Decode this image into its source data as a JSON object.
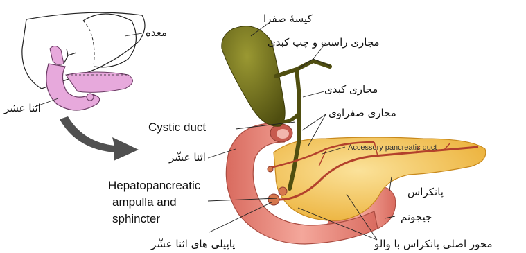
{
  "labels": {
    "stomach": "معده",
    "duodenum_inset": "اثنا عشر",
    "gallbladder": "کیسهٔ صفرا",
    "hepatic_ducts_lr": "مجاری راست و چپ کبدی",
    "hepatic_ducts": "مجاری کبدی",
    "bile_ducts": "مجاری صفراوی",
    "cystic_duct": "Cystic duct",
    "duodenum": "اثنا عشّر",
    "accessory_duct": "Accessory pancreatic duct",
    "pancreas": "پانکراس",
    "hepatopancreatic": [
      "Hepatopancreatic",
      "ampulla and",
      "sphincter"
    ],
    "jejunum": "جیجونم",
    "papillae": "پاپیلی های اثنا عشّر",
    "main_duct": "محور اصلی پانکراس با والو"
  },
  "colors": {
    "gallbladder": "#6b6a1c",
    "pancreas": "#f2c14e",
    "duodenum": "#e98c80",
    "duct": "#b3412c",
    "inset_pink": "#e7a9dc",
    "arrow": "#505050"
  }
}
